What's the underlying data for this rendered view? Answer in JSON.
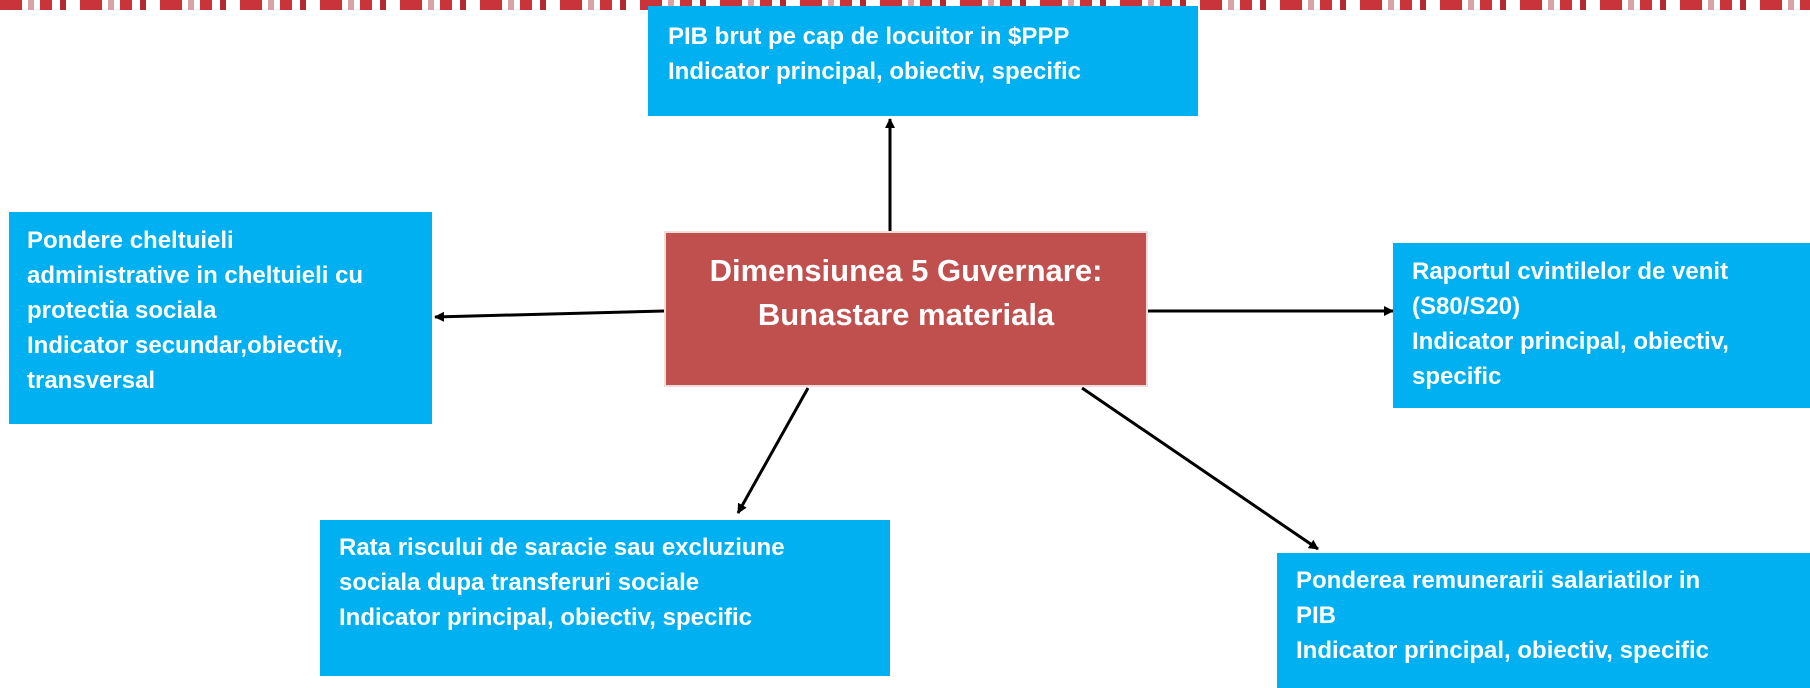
{
  "diagram": {
    "center": {
      "lines": [
        "Dimensiunea 5 Guvernare:",
        "Bunastare materiala"
      ]
    },
    "boxes": {
      "top": {
        "lines": [
          "PIB brut pe cap de locuitor in $PPP",
          "Indicator principal, obiectiv, specific"
        ]
      },
      "left": {
        "lines": [
          "Pondere cheltuieli",
          "administrative in cheltuieli cu",
          "protectia sociala",
          "Indicator secundar,obiectiv,",
          "transversal"
        ]
      },
      "right": {
        "lines": [
          "Raportul cvintilelor de venit",
          "(S80/S20)",
          "Indicator principal, obiectiv,",
          "specific"
        ]
      },
      "bottom_left": {
        "lines": [
          "Rata riscului de saracie sau excluziune",
          "sociala dupa transferuri sociale",
          "Indicator principal, obiectiv, specific"
        ]
      },
      "bottom_right": {
        "lines": [
          "Ponderea remunerarii salariatilor in",
          "PIB",
          "Indicator principal, obiectiv, specific"
        ]
      }
    },
    "colors": {
      "box_fill": "#00b0f0",
      "center_fill": "#c0504d",
      "text": "#ffffff",
      "arrow": "#000000",
      "border_pattern": "#c9333a"
    }
  }
}
